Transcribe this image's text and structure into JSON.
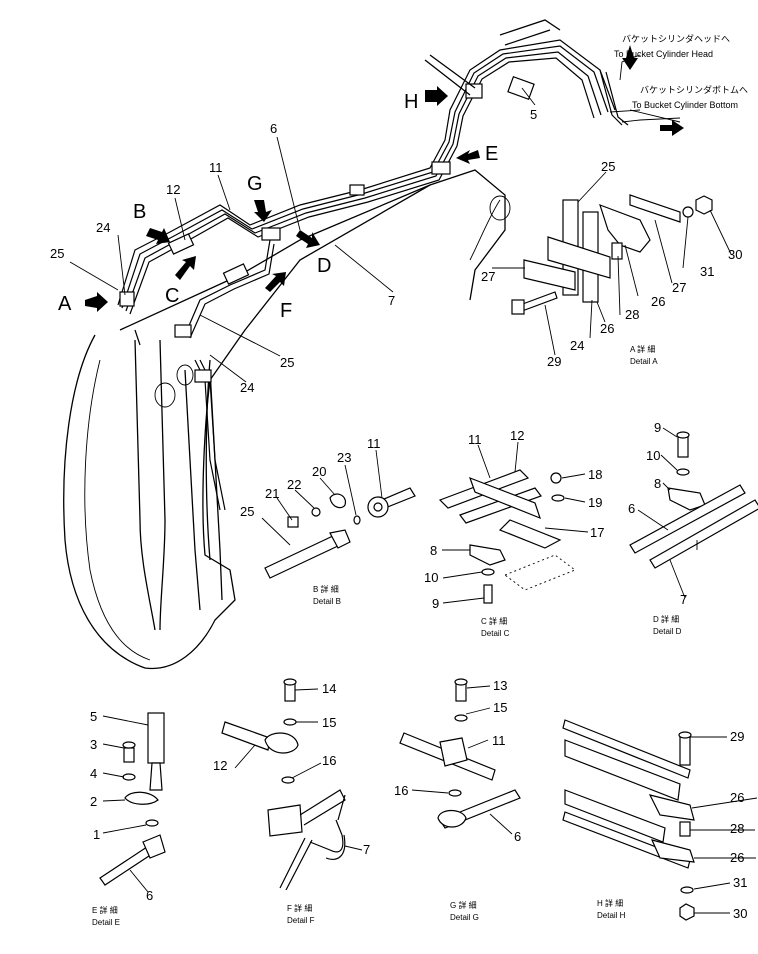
{
  "route_labels": {
    "to_head_jp": "バケットシリンダヘッドへ",
    "to_head_en": "To Bucket Cylinder Head",
    "to_bottom_jp": "バケットシリンダボトムへ",
    "to_bottom_en": "To Bucket Cylinder Bottom"
  },
  "view_letters": {
    "A": "A",
    "B": "B",
    "C": "C",
    "D": "D",
    "E": "E",
    "F": "F",
    "G": "G",
    "H": "H"
  },
  "part_numbers": {
    "p1": "1",
    "p2": "2",
    "p3": "3",
    "p4": "4",
    "p5": "5",
    "p6": "6",
    "p7": "7",
    "p8": "8",
    "p9": "9",
    "p10": "10",
    "p11": "11",
    "p12": "12",
    "p13": "13",
    "p14": "14",
    "p15": "15",
    "p16": "16",
    "p17": "17",
    "p18": "18",
    "p19": "19",
    "p20": "20",
    "p21": "21",
    "p22": "22",
    "p23": "23",
    "p24": "24",
    "p25": "25",
    "p26": "26",
    "p27": "27",
    "p28": "28",
    "p29": "29",
    "p30": "30",
    "p31": "31"
  },
  "details": {
    "A": {
      "jp": "A 詳 細",
      "en": "Detail A"
    },
    "B": {
      "jp": "B 詳 細",
      "en": "Detail B"
    },
    "C": {
      "jp": "C 詳 細",
      "en": "Detail C"
    },
    "D": {
      "jp": "D 詳 細",
      "en": "Detail D"
    },
    "E": {
      "jp": "E 詳 細",
      "en": "Detail E"
    },
    "F": {
      "jp": "F 詳 細",
      "en": "Detail F"
    },
    "G": {
      "jp": "G 詳 細",
      "en": "Detail G"
    },
    "H": {
      "jp": "H 詳 細",
      "en": "Detail H"
    }
  }
}
